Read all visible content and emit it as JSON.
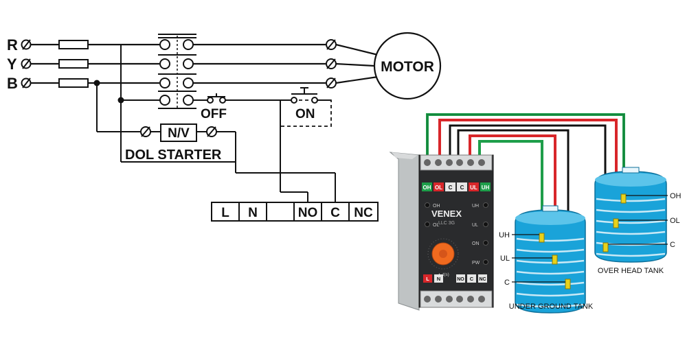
{
  "phases": [
    "R",
    "Y",
    "B"
  ],
  "motor": "MOTOR",
  "off_label": "OFF",
  "on_label": "ON",
  "nv_label": "N/V",
  "starter_label": "DOL STARTER",
  "terminal_strip": [
    "L",
    "N",
    "",
    "NO",
    "C",
    "NC"
  ],
  "controller": {
    "brand": "VENEX",
    "model": "LLC 3G",
    "top_terminals": [
      "OH",
      "OL",
      "C",
      "C",
      "UL",
      "UH"
    ],
    "left_leds": [
      "OH",
      "OL"
    ],
    "right_leds": [
      "UH",
      "UL",
      "ON",
      "PW"
    ],
    "bottom_terminals": [
      "L",
      "N",
      "NO",
      "C",
      "NC"
    ],
    "knob_label": "▲ t(s)"
  },
  "underground_tank": {
    "title": "UNDER GROUND TANK",
    "probes": [
      "UH",
      "UL",
      "C"
    ]
  },
  "overhead_tank": {
    "title": "OVER HEAD TANK",
    "probes": [
      "OH",
      "OL",
      "C"
    ]
  },
  "colors": {
    "green_wire": "#1e9e4a",
    "red_wire": "#d8262a",
    "black_wire": "#111111",
    "tank_water": "#1aa3d9",
    "knob": "#f06a1f",
    "probe": "#e8d21a"
  }
}
